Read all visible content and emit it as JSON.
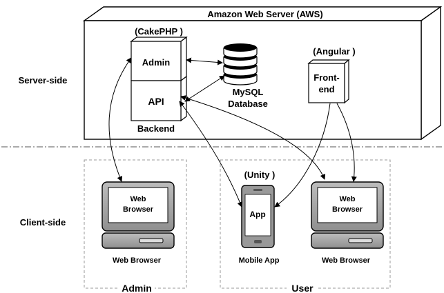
{
  "diagram": {
    "aws_title": "Amazon Web Server (AWS)",
    "server_side_label": "Server-side",
    "client_side_label": "Client-side",
    "cakephp_label": "(CakePHP )",
    "admin_box_label": "Admin",
    "api_box_label": "API",
    "backend_label": "Backend",
    "mysql_line1": "MySQL",
    "mysql_line2": "Database",
    "angular_label": "(Angular )",
    "frontend_line1": "Front-",
    "frontend_line2": "end",
    "unity_label": "(Unity )",
    "app_label": "App",
    "mobile_app_caption": "Mobile App",
    "computer_screen_line1": "Web",
    "computer_screen_line2": "Browser",
    "admin_computer_caption": "Web Browser",
    "user_computer_caption": "Web Browser",
    "admin_group_label": "Admin",
    "user_group_label": "User"
  }
}
